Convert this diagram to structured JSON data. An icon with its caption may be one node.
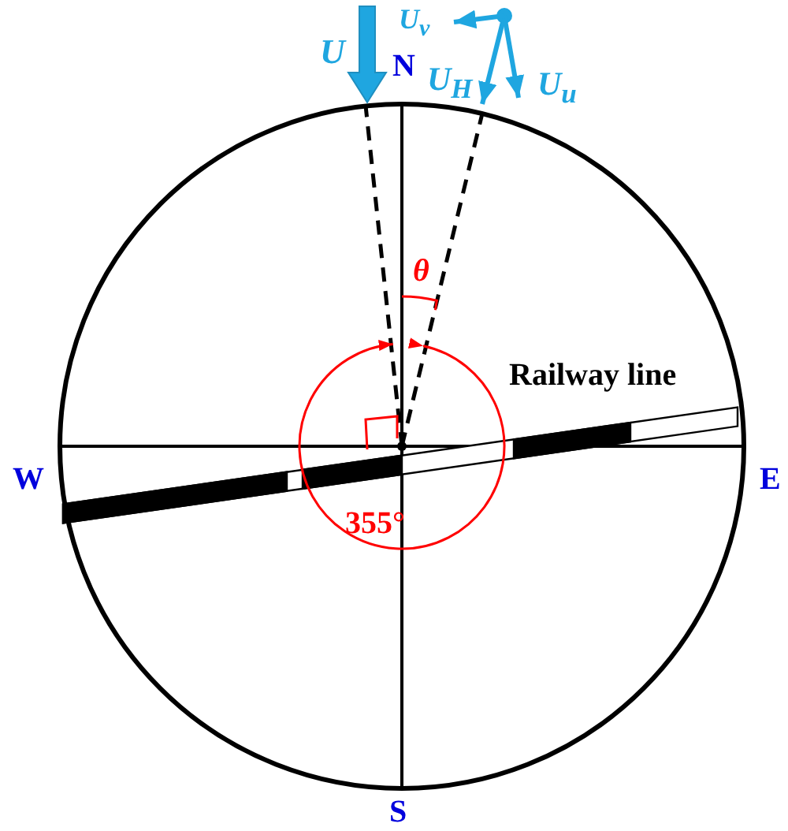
{
  "diagram": {
    "labels": [
      "U$_{v}$",
      "U",
      "N",
      "U$_{H}$",
      "U$_{u}$",
      "θ",
      "Railway line",
      "W",
      "E",
      "355°",
      "S"
    ]
  }
}
